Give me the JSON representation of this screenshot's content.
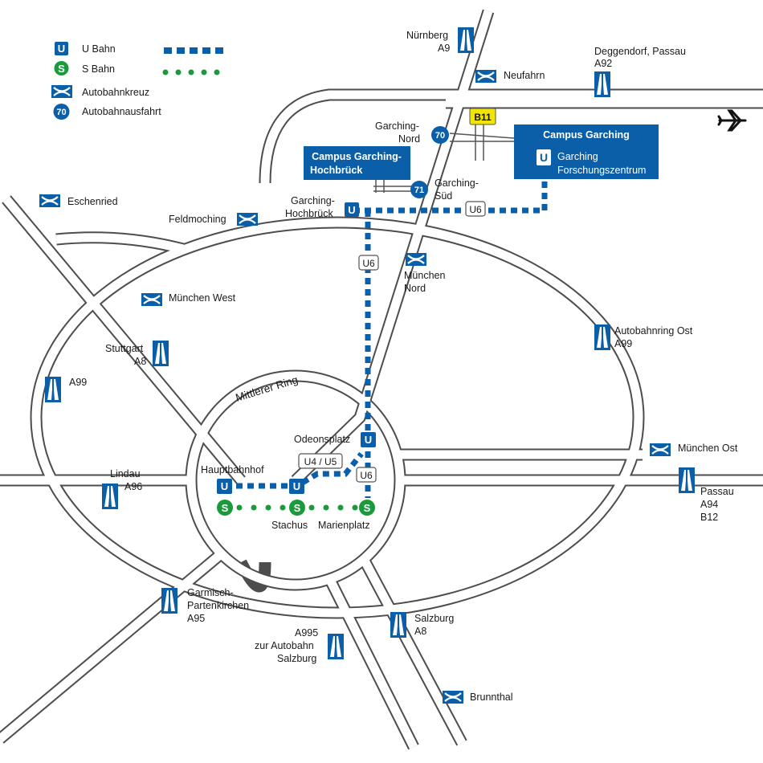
{
  "legend": {
    "ubahn_symbol": "U",
    "ubahn": "U Bahn",
    "sbahn_symbol": "S",
    "sbahn": "S Bahn",
    "kreuz": "Autobahnkreuz",
    "exit_symbol": "70",
    "exit": "Autobahnausfahrt"
  },
  "colors": {
    "ubahn": "#0a5fa8",
    "sbahn": "#1a9a3a",
    "road": "#4d4d4d",
    "b_road": "#f2e600"
  },
  "places": {
    "nuernberg": "Nürnberg",
    "a9": "A9",
    "deggendorf": "Deggendorf, Passau",
    "a92": "A92",
    "neufahrn": "Neufahrn",
    "b11": "B11",
    "garching_nord_1": "Garching-",
    "garching_nord_2": "Nord",
    "exit70": "70",
    "exit71": "71",
    "garching_sued_1": "Garching-",
    "garching_sued_2": "Süd",
    "garching_hb_1": "Garching-",
    "garching_hb_2": "Hochbrück",
    "u6": "U6",
    "eschenried": "Eschenried",
    "feldmoching": "Feldmoching",
    "muenchen_west": "München West",
    "muenchen_nord_1": "München",
    "muenchen_nord_2": "Nord",
    "stuttgart": "Stuttgart",
    "a8": "A8",
    "a99": "A99",
    "autobahnring_ost": "Autobahnring Ost",
    "a99_ost": "A99",
    "mittlerer_ring": "Mittlerer Ring",
    "odeonsplatz": "Odeonsplatz",
    "u4u5": "U4 / U5",
    "hauptbahnhof": "Hauptbahnhof",
    "stachus": "Stachus",
    "marienplatz": "Marienplatz",
    "lindau": "Lindau",
    "a96": "A96",
    "muenchen_ost": "München Ost",
    "passau": "Passau",
    "a94": "A94",
    "b12": "B12",
    "garmisch_1": "Garmisch-",
    "garmisch_2": "Partenkirchen",
    "a95": "A95",
    "salzburg": "Salzburg",
    "a8_south": "A8",
    "a995": "A995",
    "zur_autobahn": "zur Autobahn",
    "salzburg2": "Salzburg",
    "brunnthal": "Brunnthal"
  },
  "campus_hochbrueck": {
    "line1": "Campus Garching-",
    "line2": "Hochbrück"
  },
  "campus_garching": {
    "title": "Campus Garching",
    "station1": "Garching",
    "station2": "Forschungszentrum"
  }
}
